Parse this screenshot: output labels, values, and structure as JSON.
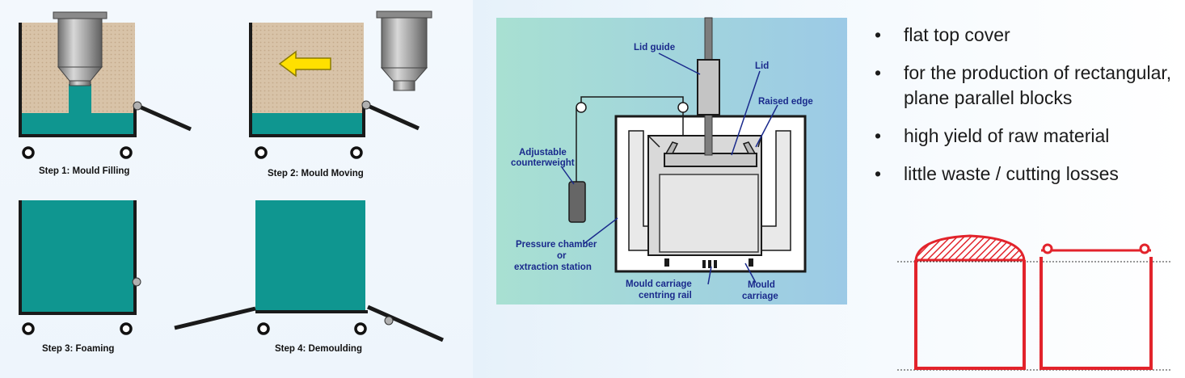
{
  "colors": {
    "teal": "#0f9690",
    "sand": "#d8c3a8",
    "frame": "#1a1a1a",
    "arrow": "#ffe000",
    "label_blue": "#1a2a8c",
    "red": "#e2232b",
    "diagram_bg_left": "#a8e0d2",
    "diagram_bg_right": "#9ccae6"
  },
  "steps": [
    {
      "caption": "Step 1: Mould Filling"
    },
    {
      "caption": "Step 2: Mould Moving"
    },
    {
      "caption": "Step 3: Foaming"
    },
    {
      "caption": "Step 4: Demoulding"
    }
  ],
  "press": {
    "labels": {
      "lid_guide": "Lid guide",
      "lid": "Lid",
      "raised_edge": "Raised edge",
      "counterweight_1": "Adjustable",
      "counterweight_2": "counterweight",
      "chamber_1": "Pressure chamber",
      "chamber_2": "or",
      "chamber_3": "extraction station",
      "rail_1": "Mould carriage",
      "rail_2": "centring rail",
      "carriage_1": "Mould",
      "carriage_2": "carriage"
    }
  },
  "bullet_glyph": "•",
  "bullets": [
    "flat top cover",
    "for the production of rectangular, plane parallel blocks",
    "high yield of raw material",
    "little waste / cutting losses"
  ]
}
